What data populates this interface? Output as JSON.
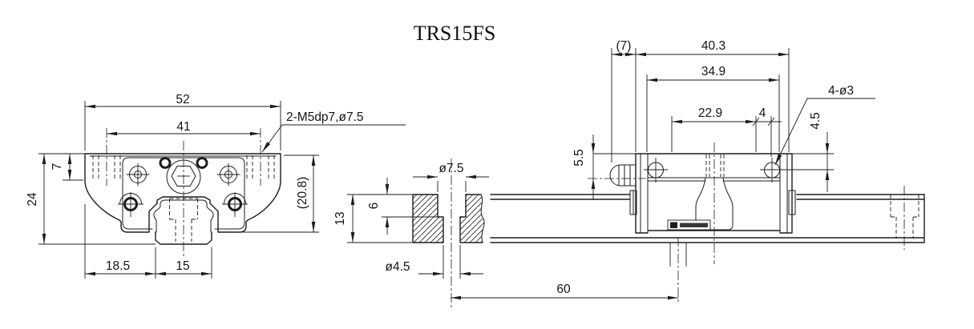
{
  "title": "TRS15FS",
  "front_view": {
    "dims": {
      "width": "52",
      "hole_spacing": "41",
      "flange_thickness": "7",
      "height": "24",
      "edge_to_rail": "18.5",
      "rail_width": "15",
      "carriage_height": "(20.8)",
      "thread_callout": "2-M5dp7,ø7.5"
    }
  },
  "side_view": {
    "dims": {
      "end_section": "(7)",
      "carriage_length": "40.3",
      "body_length": "34.9",
      "top_hole_span": "22.9",
      "top_hole_offset": "4",
      "side_hole_callout": "4-ø3",
      "side_hole_depth": "4.5",
      "nipple_offset": "5.5",
      "counterbore_dia": "ø7.5",
      "counterbore_depth": "6",
      "rail_height": "13",
      "through_hole_dia": "ø4.5",
      "hole_pitch": "60"
    }
  }
}
